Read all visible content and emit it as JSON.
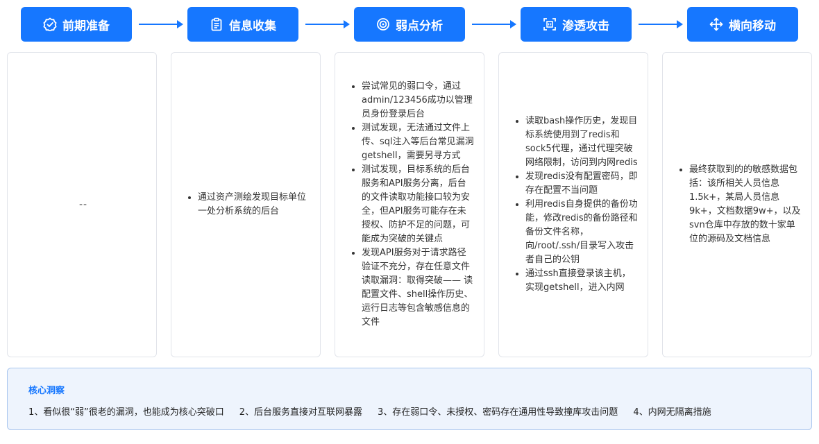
{
  "stages": [
    {
      "label": "前期准备",
      "icon": "badge-check-icon"
    },
    {
      "label": "信息收集",
      "icon": "clipboard-icon"
    },
    {
      "label": "弱点分析",
      "icon": "target-icon"
    },
    {
      "label": "渗透攻击",
      "icon": "scan-icon"
    },
    {
      "label": "横向移动",
      "icon": "move-arrows-icon"
    }
  ],
  "cards": {
    "c1": {
      "placeholder": "--"
    },
    "c2": {
      "items": [
        "通过资产测绘发现目标单位一处分析系统的后台"
      ]
    },
    "c3": {
      "items": [
        "尝试常见的弱口令，通过admin/123456成功以管理员身份登录后台",
        "测试发现，无法通过文件上传、sql注入等后台常见漏洞getshell，需要另寻方式",
        "测试发现，目标系统的后台服务和API服务分离，后台的文件读取功能接口较为安全，但API服务可能存在未授权、防护不足的问题，可能成为突破的关键点",
        "发现API服务对于请求路径验证不充分，存在任意文件读取漏洞：取得突破—— 读配置文件、shell操作历史、运行日志等包含敏感信息的文件"
      ]
    },
    "c4": {
      "items": [
        "读取bash操作历史，发现目标系统使用到了redis和sock5代理，通过代理突破网络限制，访问到内网redis",
        "发现redis没有配置密码，即存在配置不当问题",
        "利用redis自身提供的备份功能，修改redis的备份路径和备份文件名称，向/root/.ssh/目录写入攻击者自己的公钥",
        "通过ssh直接登录该主机，实现getshell，进入内网"
      ]
    },
    "c5": {
      "items": [
        "最终获取到的的敏感数据包括：该所相关人员信息1.5k+，某局人员信息9k+，文档数据9w+，以及svn仓库中存放的数十家单位的源码及文档信息"
      ]
    }
  },
  "insight": {
    "title": "核心洞察",
    "points": [
      "1、看似很“弱”很老的漏洞，也能成为核心突破口",
      "2、后台服务直接对互联网暴露",
      "3、存在弱口令、未授权、密码存在通用性导致撞库攻击问题",
      "4、内网无隔离措施"
    ]
  },
  "colors": {
    "primary": "#1677ff",
    "card_border": "#e1e4ea",
    "insight_bg": "#eef4fd",
    "insight_border": "#a9c6ee"
  }
}
